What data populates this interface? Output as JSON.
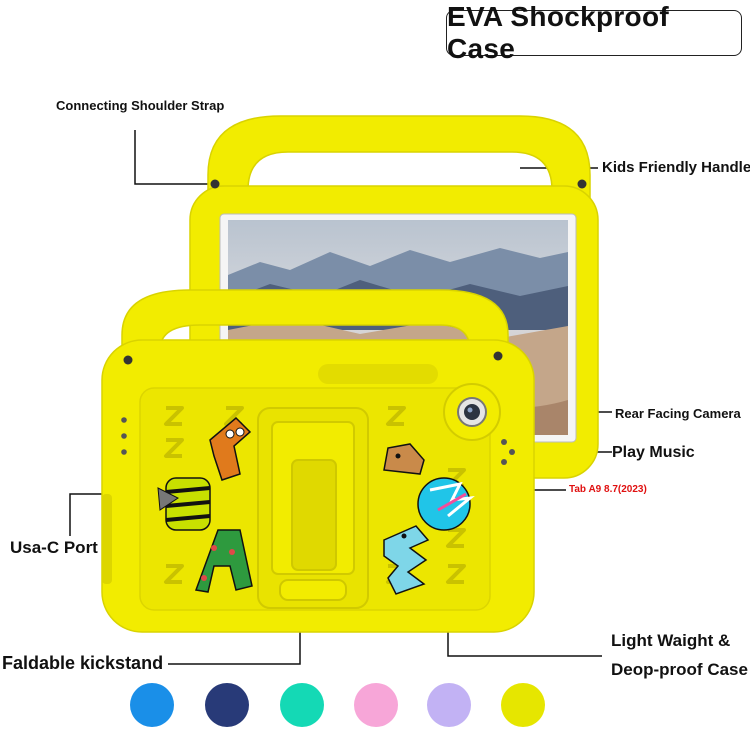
{
  "title": "EVA Shockproof Case",
  "callouts": {
    "strap": "Connecting Shoulder Strap",
    "handle": "Kids Friendly Handle",
    "camera": "Rear Facing Camera",
    "music": "Play Music",
    "model": "Tab A9 8.7(2023)",
    "port": "Usa-C Port",
    "kickstand": "Faldable kickstand",
    "weight_line1": "Light Waight &",
    "weight_line2": "Deop-proof Case"
  },
  "colors": {
    "case": "#f2ec00",
    "model_label": "#e01010",
    "swatches": [
      "#1a8fe8",
      "#283a78",
      "#14d9b5",
      "#f7a6d8",
      "#c2b2f4",
      "#e6e600"
    ]
  }
}
